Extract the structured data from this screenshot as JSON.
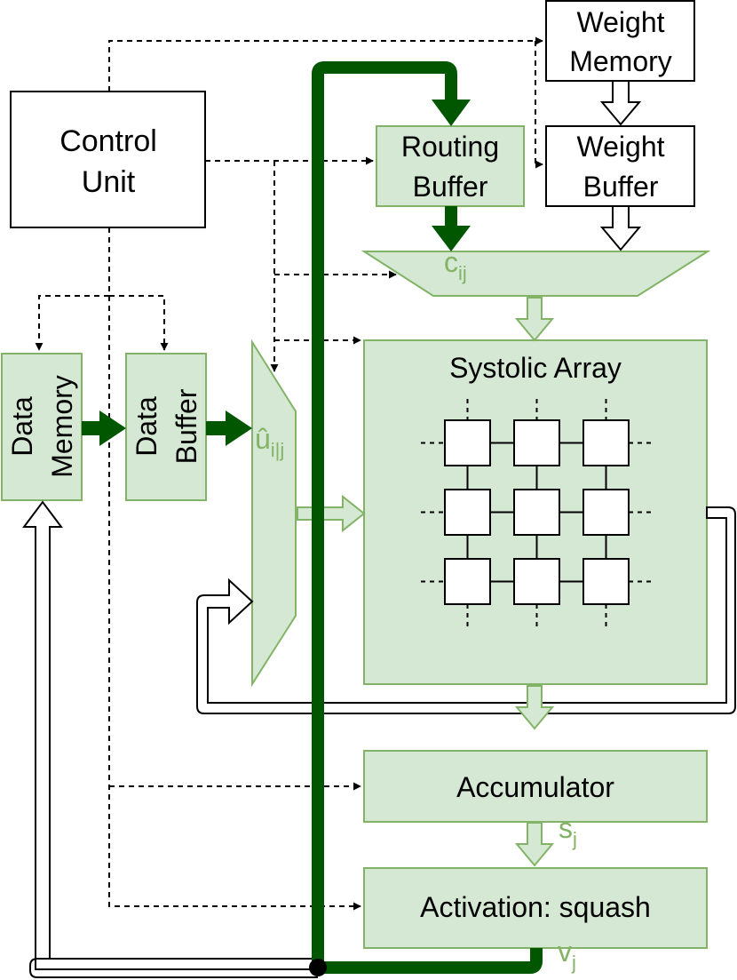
{
  "colors": {
    "block_fill": "#d5e8d4",
    "block_stroke": "#82b366",
    "label_green": "#82b366",
    "bus": "#005700",
    "control_line": "#000000"
  },
  "blocks": {
    "control_unit": [
      "Control",
      "Unit"
    ],
    "weight_memory": [
      "Weight",
      "Memory"
    ],
    "weight_buffer": [
      "Weight",
      "Buffer"
    ],
    "routing_buffer": [
      "Routing",
      "Buffer"
    ],
    "data_memory": [
      "Data",
      "Memory"
    ],
    "data_buffer": [
      "Data",
      "Buffer"
    ],
    "systolic_array": "Systolic Array",
    "accumulator": "Accumulator",
    "activation": "Activation: squash"
  },
  "signals": {
    "c": {
      "base": "c",
      "sub": "ij"
    },
    "u": {
      "base": "û",
      "sub": "i|j"
    },
    "s": {
      "base": "s",
      "sub": "j"
    },
    "v": {
      "base": "v",
      "sub": "j"
    }
  },
  "pe_grid": {
    "rows": 3,
    "cols": 3
  }
}
